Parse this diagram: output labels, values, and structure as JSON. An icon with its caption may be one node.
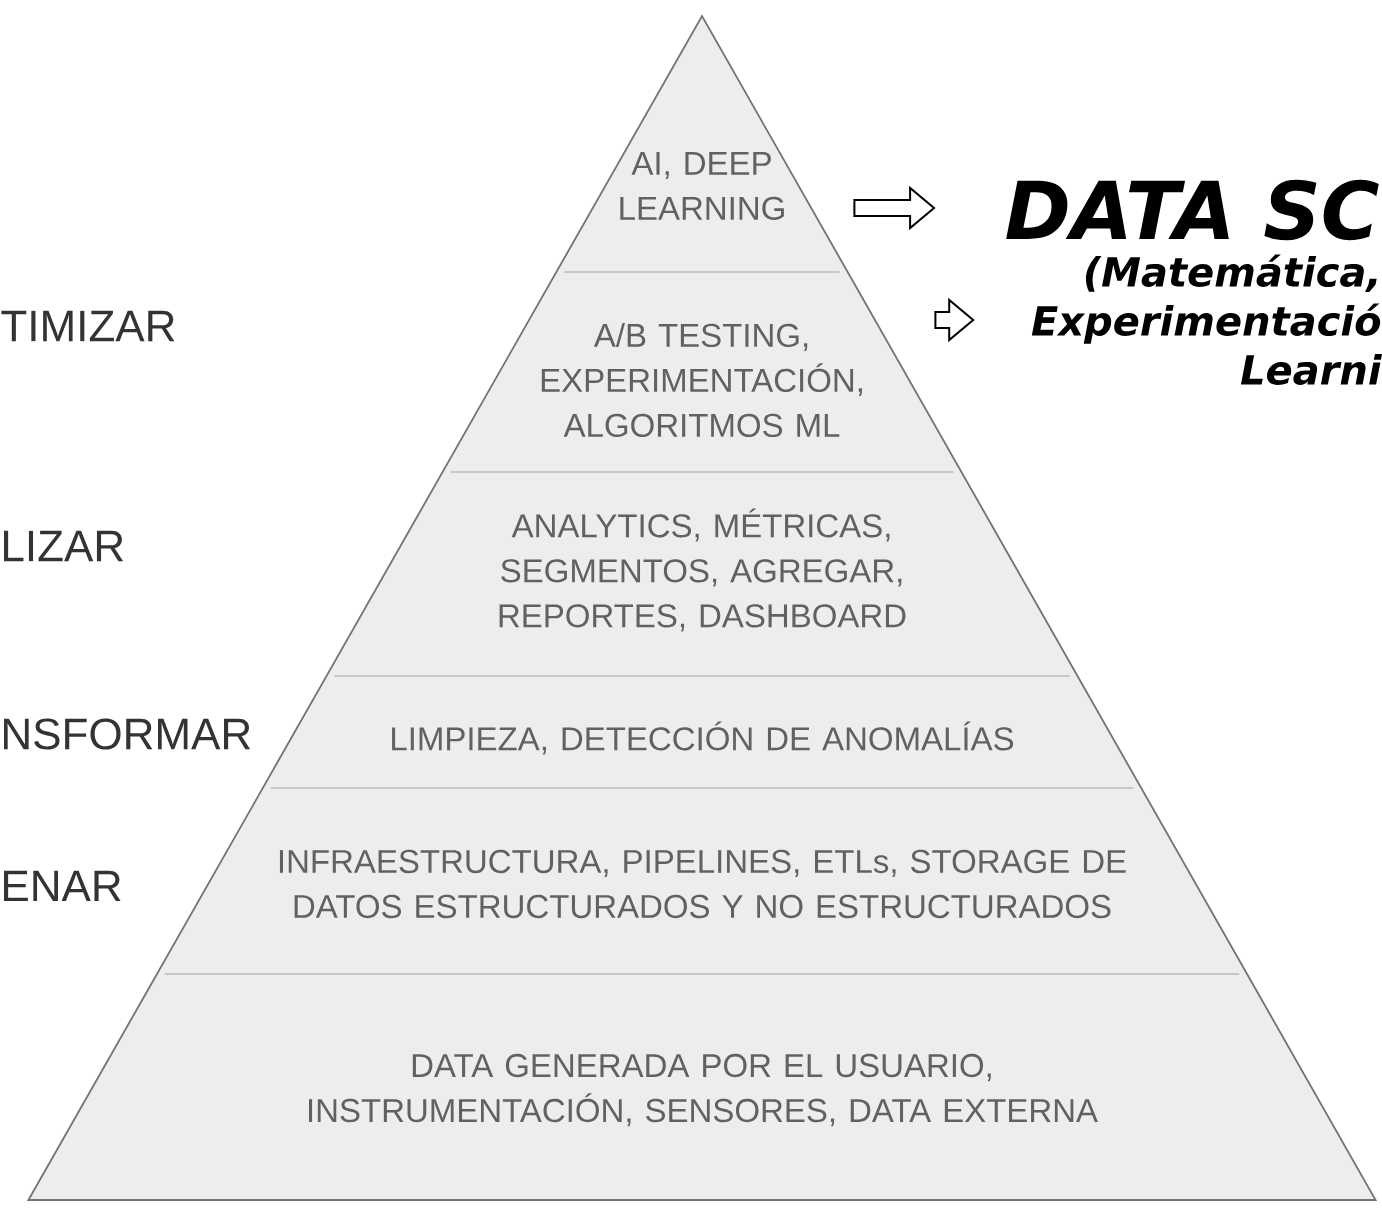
{
  "diagram": {
    "nodes": [
      {
        "text": [
          "AI, DEEP LEARNING"
        ]
      },
      {
        "text": [
          "A/B TESTING, EXPERIMENTACIÓN, ALGORITMOS ML"
        ]
      },
      {
        "text": [
          "ANALYTICS, MÉTRICAS, SEGMENTOS, AGREGAR, REPORTES, DASHBOARD"
        ]
      },
      {
        "text": [
          "LIMPIEZA, DETECCIÓN DE ANOMALÍAS"
        ]
      },
      {
        "text": [
          "INFRAESTRUCTURA, PIPELINES, ETLs, STORAGE DE DATOS ESTRUCTURADOS Y NO ESTRUCTURADOS"
        ]
      },
      {
        "text": [
          "DATA GENERADA POR EL USUARIO, INSTRUMENTACIÓN, SENSORES, DATA EXTERNA"
        ]
      },
      {
        "text": [
          "DATA SC"
        ]
      },
      {
        "text": [
          "(Matemática, Experimentació Learni"
        ]
      }
    ],
    "edges": [
      {
        "from": 0,
        "to": 6,
        "arrow": "to"
      },
      {
        "from": 1,
        "to": 7,
        "arrow": "to"
      }
    ],
    "labels": [
      "TIMIZAR",
      "LIZAR",
      "NSFORMAR",
      "ENAR"
    ]
  }
}
